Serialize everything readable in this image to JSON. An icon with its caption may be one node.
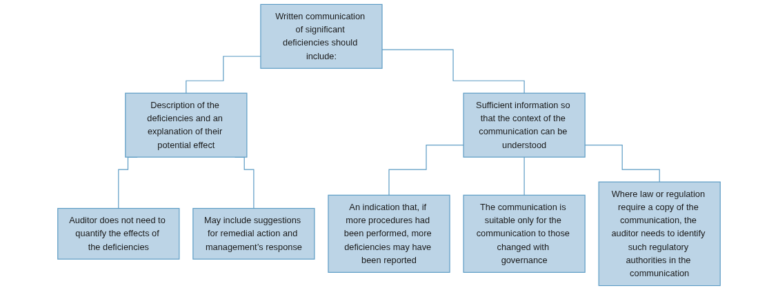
{
  "diagram": {
    "nodes": [
      {
        "text": [
          "Written communication of significant deficiencies should include:"
        ]
      },
      {
        "text": [
          "Description of the deficiencies and an explanation of their potential effect"
        ]
      },
      {
        "text": [
          "Sufficient information so that the context of the communication can be understood"
        ]
      },
      {
        "text": [
          "Auditor does not need to quantify the effects of the deficiencies"
        ]
      },
      {
        "text": [
          "May include suggestions for remedial action and management’s response"
        ]
      },
      {
        "text": [
          "An indication that, if more procedures had been performed, more deficiencies may have been reported"
        ]
      },
      {
        "text": [
          "The communication is suitable only for the communication to those changed with governance"
        ]
      },
      {
        "text": [
          "Where law or regulation require a copy of the communication, the auditor needs to identify such regulatory authorities in the communication"
        ]
      }
    ],
    "edges": [
      {
        "from": 0,
        "to": 1,
        "arrow": "none"
      },
      {
        "from": 0,
        "to": 2,
        "arrow": "none"
      },
      {
        "from": 1,
        "to": 3,
        "arrow": "none"
      },
      {
        "from": 1,
        "to": 4,
        "arrow": "none"
      },
      {
        "from": 2,
        "to": 5,
        "arrow": "none"
      },
      {
        "from": 2,
        "to": 6,
        "arrow": "none"
      },
      {
        "from": 2,
        "to": 7,
        "arrow": "none"
      }
    ]
  }
}
